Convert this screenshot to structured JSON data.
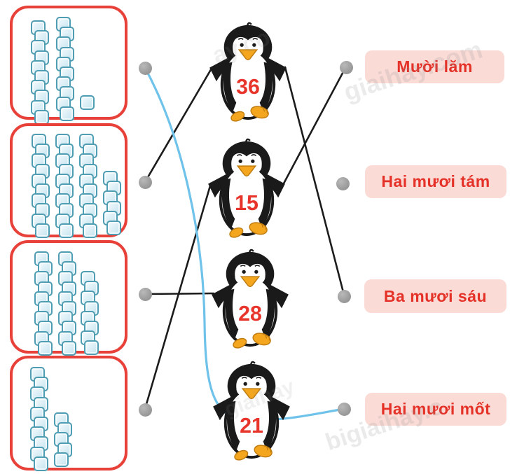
{
  "ice_boxes": [
    {
      "name": "ice-box-21",
      "total": 21,
      "columns": [
        10,
        10
      ],
      "single_cubes": 1
    },
    {
      "name": "ice-box-36",
      "total": 36,
      "columns": [
        10,
        10,
        10,
        6
      ],
      "single_cubes": 0
    },
    {
      "name": "ice-box-28",
      "total": 28,
      "columns": [
        10,
        10,
        8
      ],
      "single_cubes": 0
    },
    {
      "name": "ice-box-15",
      "total": 15,
      "columns": [
        10,
        5
      ],
      "single_cubes": 0
    }
  ],
  "penguins": [
    {
      "number": "36"
    },
    {
      "number": "15"
    },
    {
      "number": "28"
    },
    {
      "number": "21"
    }
  ],
  "labels": [
    {
      "text": "Mười lăm"
    },
    {
      "text": "Hai mươi tám"
    },
    {
      "text": "Ba mươi sáu"
    },
    {
      "text": "Hai mươi mốt"
    }
  ],
  "connections": [
    {
      "from": "ice-box-36",
      "to": "penguin-36",
      "style": "black-line"
    },
    {
      "from": "penguin-36",
      "to": "label-ba-muoi-sau",
      "style": "black-line"
    },
    {
      "from": "ice-box-15",
      "to": "penguin-15",
      "style": "black-line"
    },
    {
      "from": "penguin-15",
      "to": "label-muoi-lam",
      "style": "black-line"
    },
    {
      "from": "ice-box-28",
      "to": "penguin-28",
      "style": "black-line"
    },
    {
      "from": "ice-box-21",
      "via": "penguin-21",
      "to": "label-hai-muoi-mot",
      "style": "blue-curve"
    }
  ],
  "watermarks": [
    {
      "text": "ay.co"
    },
    {
      "text": "giaihay.com"
    },
    {
      "text": "giaihay"
    },
    {
      "text": "bigiaihay.c"
    }
  ],
  "colors": {
    "box_border": "#e8413a",
    "label_bg": "#fadbd6",
    "label_text": "#e53228",
    "number_text": "#e8352b",
    "dot": "#979797",
    "line_black": "#1c1c1c",
    "line_blue": "#6fc2e9",
    "cube_border": "#4f9db2"
  }
}
